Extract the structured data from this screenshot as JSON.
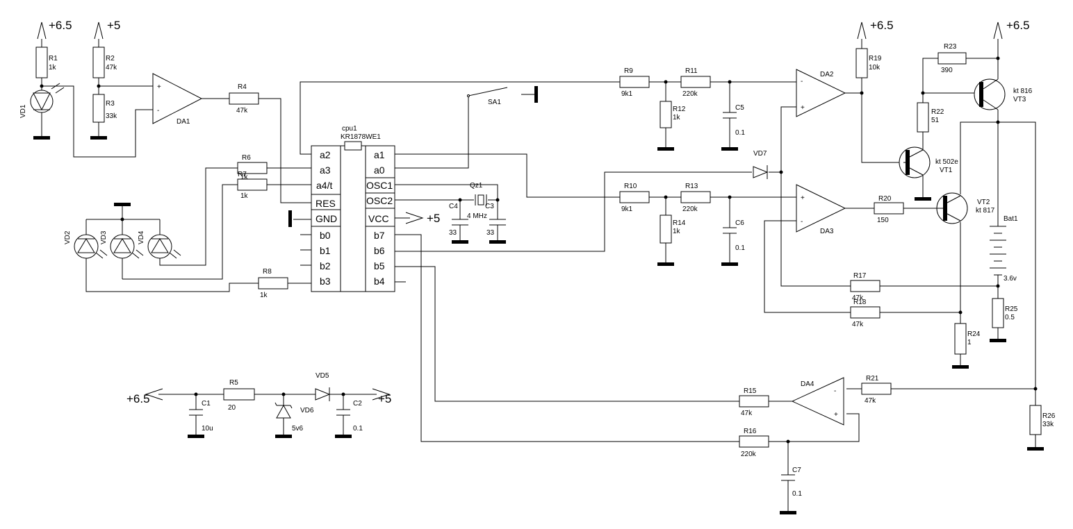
{
  "rails": {
    "r1": "+6.5",
    "r2": "+5",
    "r3": "+6.5",
    "r4": "+6.5",
    "vcc": "+5",
    "left65": "+6.5",
    "right5": "+5"
  },
  "components": {
    "R1": {
      "ref": "R1",
      "value": "1k"
    },
    "R2": {
      "ref": "R2",
      "value": "47k"
    },
    "R3": {
      "ref": "R3",
      "value": "33k"
    },
    "R4": {
      "ref": "R4",
      "value": "47k"
    },
    "R5": {
      "ref": "R5",
      "value": "20"
    },
    "R6": {
      "ref": "R6",
      "value": "1k"
    },
    "R7": {
      "ref": "R7",
      "value": "1k"
    },
    "R8": {
      "ref": "R8",
      "value": "1k"
    },
    "R9": {
      "ref": "R9",
      "value": "9k1"
    },
    "R10": {
      "ref": "R10",
      "value": "9k1"
    },
    "R11": {
      "ref": "R11",
      "value": "220k"
    },
    "R12": {
      "ref": "R12",
      "value": "1k"
    },
    "R13": {
      "ref": "R13",
      "value": "220k"
    },
    "R14": {
      "ref": "R14",
      "value": "1k"
    },
    "R15": {
      "ref": "R15",
      "value": "47k"
    },
    "R16": {
      "ref": "R16",
      "value": "220k"
    },
    "R17": {
      "ref": "R17",
      "value": "47k"
    },
    "R18": {
      "ref": "R18",
      "value": "47k"
    },
    "R19": {
      "ref": "R19",
      "value": "10k"
    },
    "R20": {
      "ref": "R20",
      "value": "150"
    },
    "R21": {
      "ref": "R21",
      "value": "47k"
    },
    "R22": {
      "ref": "R22",
      "value": "51"
    },
    "R23": {
      "ref": "R23",
      "value": "390"
    },
    "R24": {
      "ref": "R24",
      "value": "1"
    },
    "R25": {
      "ref": "R25",
      "value": "0.5"
    },
    "R26": {
      "ref": "R26",
      "value": "33k"
    },
    "C1": {
      "ref": "C1",
      "value": "10u"
    },
    "C2": {
      "ref": "C2",
      "value": "0.1"
    },
    "C3": {
      "ref": "C3",
      "value": "33"
    },
    "C4": {
      "ref": "C4",
      "value": "33"
    },
    "C5": {
      "ref": "C5",
      "value": "0.1"
    },
    "C6": {
      "ref": "C6",
      "value": "0.1"
    },
    "C7": {
      "ref": "C7",
      "value": "0.1"
    },
    "VD1": {
      "ref": "VD1"
    },
    "VD2": {
      "ref": "VD2"
    },
    "VD3": {
      "ref": "VD3"
    },
    "VD4": {
      "ref": "VD4"
    },
    "VD5": {
      "ref": "VD5"
    },
    "VD6": {
      "ref": "VD6",
      "value": "5v6"
    },
    "VD7": {
      "ref": "VD7"
    },
    "DA1": {
      "ref": "DA1"
    },
    "DA2": {
      "ref": "DA2"
    },
    "DA3": {
      "ref": "DA3"
    },
    "DA4": {
      "ref": "DA4"
    },
    "VT1": {
      "ref": "VT1",
      "value": "kt 502e"
    },
    "VT2": {
      "ref": "VT2",
      "value": "kt 817"
    },
    "VT3": {
      "ref": "VT3",
      "value": "kt 816"
    },
    "SA1": {
      "ref": "SA1"
    },
    "Qz1": {
      "ref": "Qz1",
      "value": "4 MHz"
    },
    "Bat1": {
      "ref": "Bat1",
      "value": "3.6v"
    }
  },
  "mcu": {
    "ref": "cpu1",
    "part": "KR1878WE1",
    "left_pins": [
      "a2",
      "a3",
      "a4/t",
      "RES",
      "GND",
      "b0",
      "b1",
      "b2",
      "b3"
    ],
    "right_pins": [
      "a1",
      "a0",
      "OSC1",
      "OSC2",
      "VCC",
      "b7",
      "b6",
      "b5",
      "b4"
    ]
  },
  "opamp_signs": {
    "plus": "+",
    "minus": "-"
  }
}
